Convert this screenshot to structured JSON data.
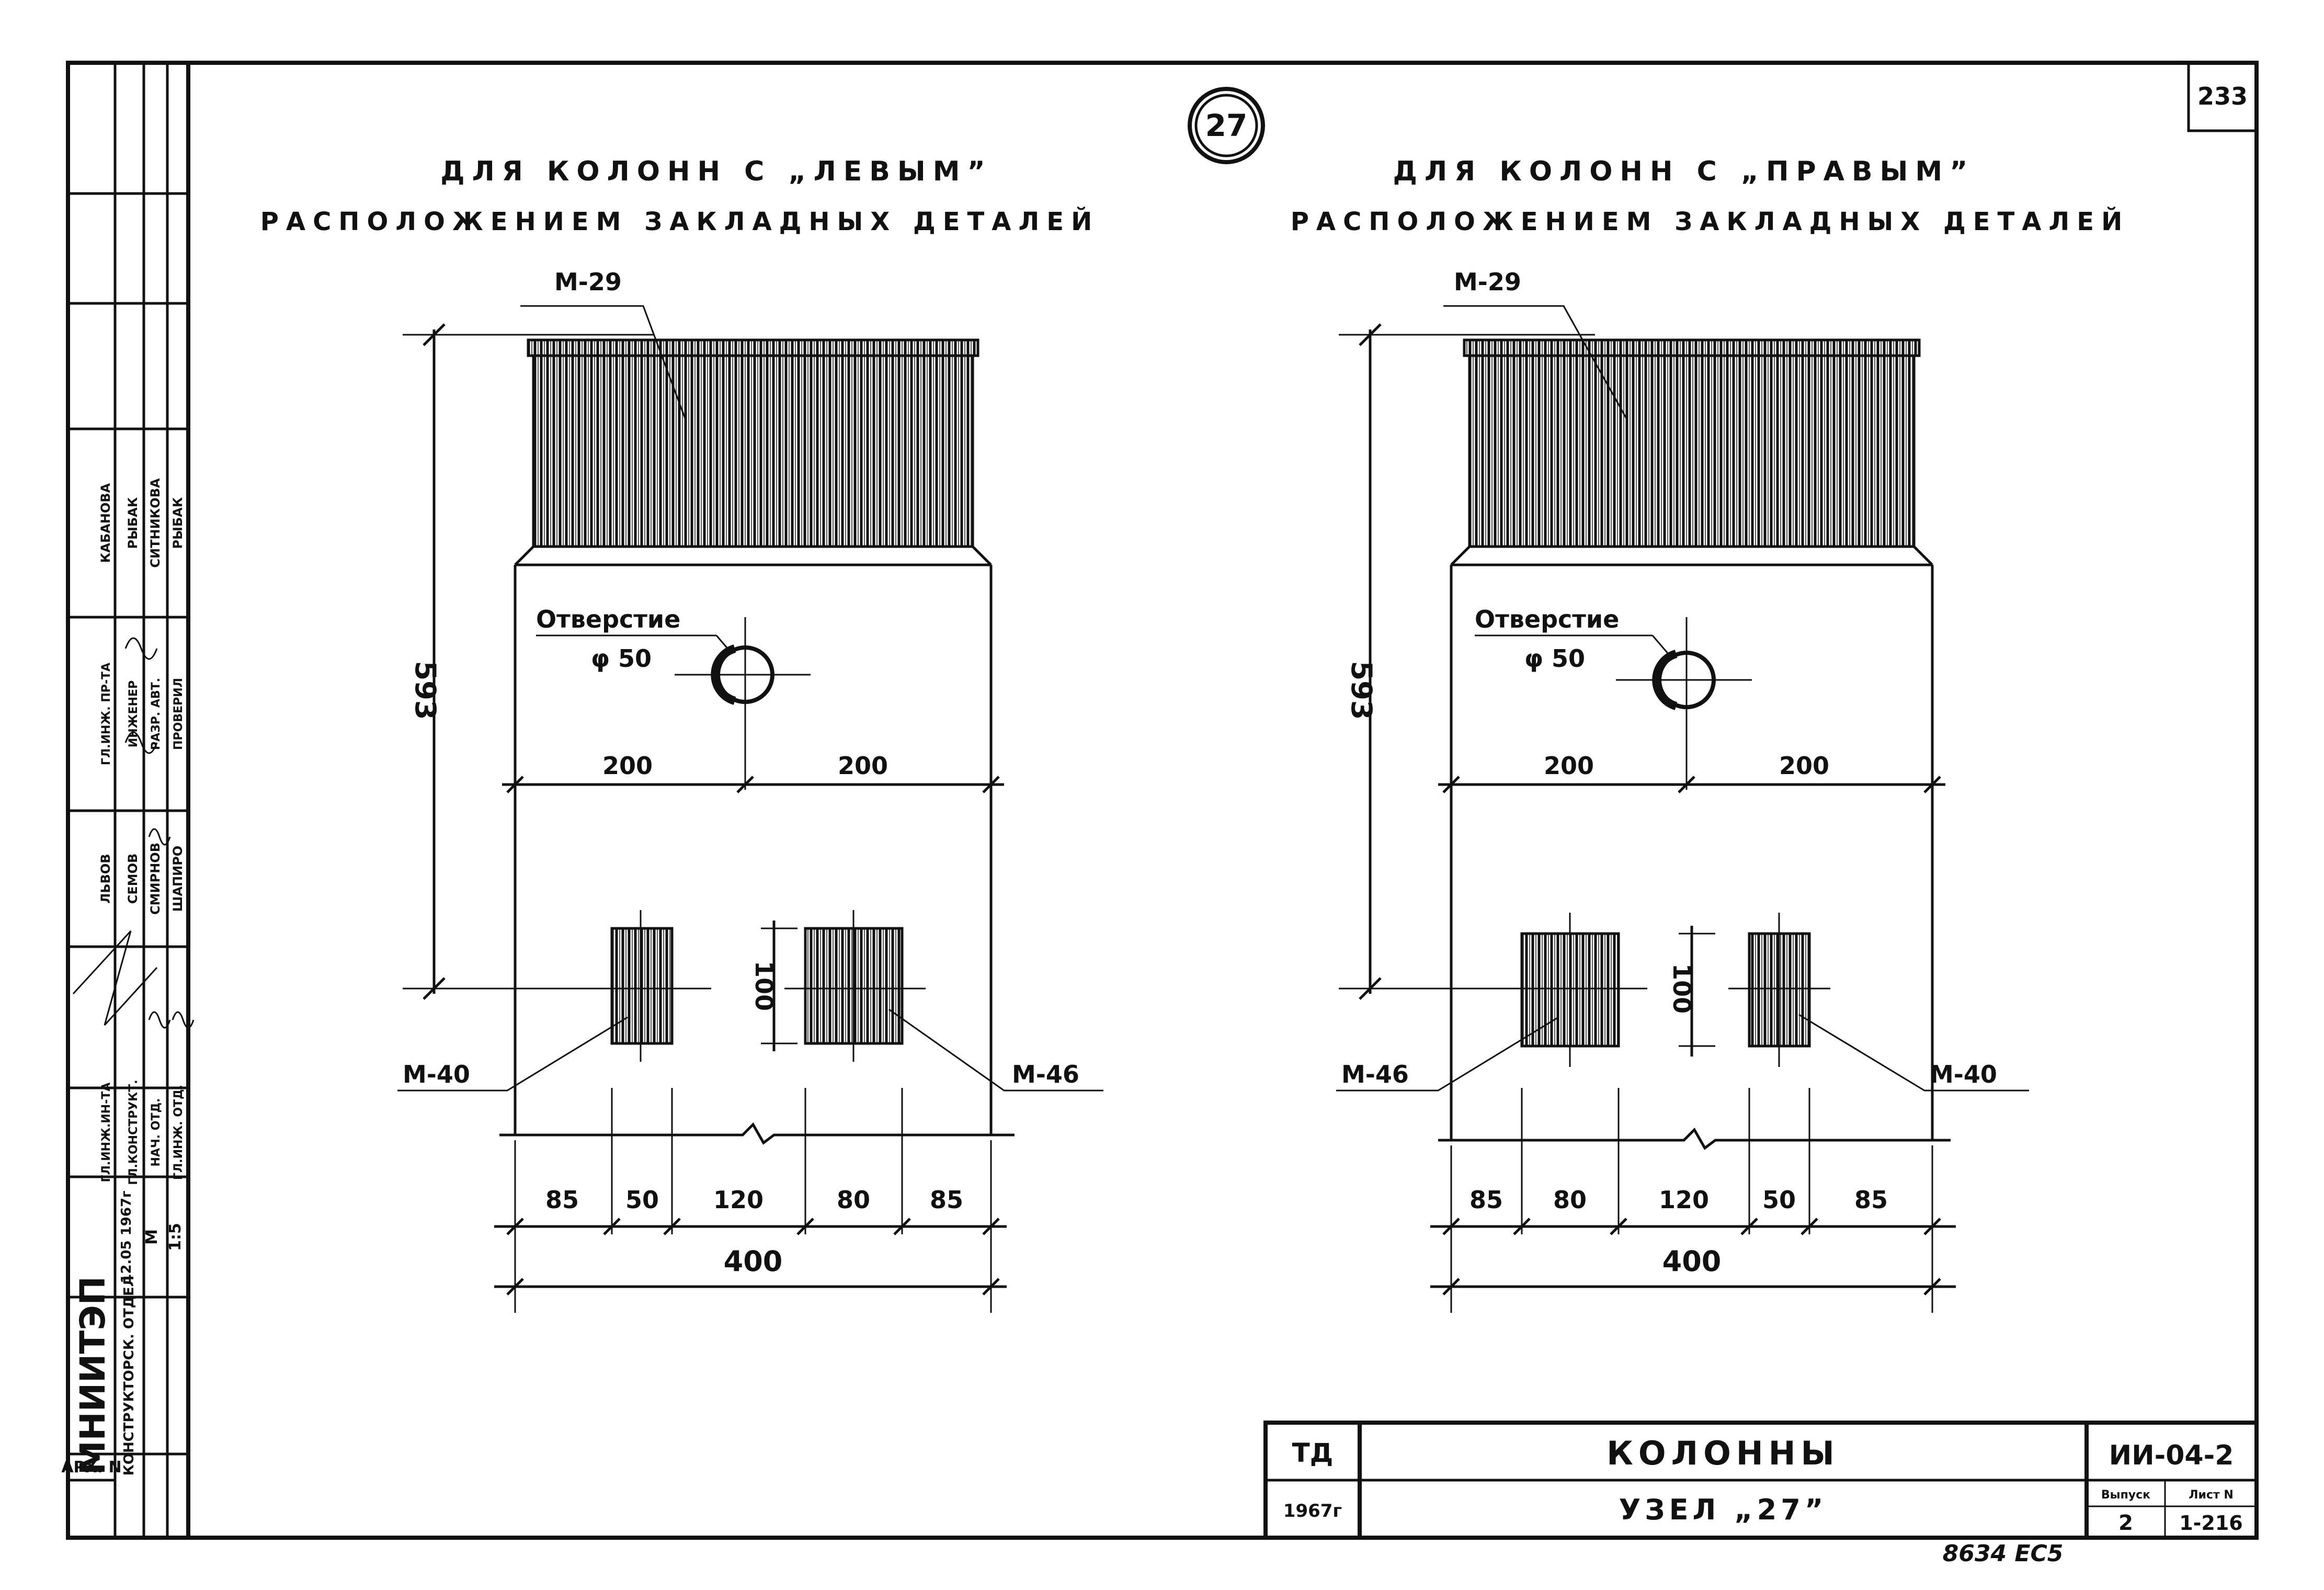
{
  "sheet": {
    "sheet_number": "233",
    "node_number": "27",
    "handwritten_note": "8634 ЕС5"
  },
  "left_view": {
    "title_line1": "ДЛЯ КОЛОНН С „ЛЕВЫМ”",
    "title_line2": "РАСПОЛОЖЕНИЕМ ЗАКЛАДНЫХ ДЕТАЛЕЙ",
    "top_label": "М-29",
    "height_dim": "593",
    "hole_label": "Отверстие",
    "hole_diam": "φ 50",
    "half_dims": [
      "200",
      "200"
    ],
    "plate_height": "100",
    "left_plate": "М-40",
    "right_plate": "М-46",
    "bottom_dims": [
      "85",
      "50",
      "120",
      "80",
      "85"
    ],
    "total_width": "400"
  },
  "right_view": {
    "title_line1": "ДЛЯ КОЛОНН С „ПРАВЫМ”",
    "title_line2": "РАСПОЛОЖЕНИЕМ ЗАКЛАДНЫХ ДЕТАЛЕЙ",
    "top_label": "М-29",
    "height_dim": "593",
    "hole_label": "Отверстие",
    "hole_diam": "φ 50",
    "half_dims": [
      "200",
      "200"
    ],
    "plate_height": "100",
    "left_plate": "М-46",
    "right_plate": "М-40",
    "bottom_dims": [
      "85",
      "80",
      "120",
      "50",
      "85"
    ],
    "total_width": "400"
  },
  "title_block": {
    "org": "ТД",
    "year": "1967г",
    "name": "КОЛОННЫ",
    "subtitle": "УЗЕЛ „27”",
    "series": "ИИ-04-2",
    "issue_label": "Выпуск",
    "issue": "2",
    "sheet_label": "Лист N",
    "sheet": "1-216"
  },
  "side_stamp": {
    "institute": "МНИИТЭП",
    "department": "КОНСТРУКТОРСК. ОТДЕЛ",
    "date": "12.05 1967г",
    "scale_label": "М",
    "scale": "1:5",
    "archive": "АРХ. N",
    "roles": [
      "ГЛ.ИНЖ.ИН-ТА",
      "ГЛ.КОНСТРУКТ.",
      "НАЧ. ОТД.",
      "ГЛ.ИНЖ. ОТД.",
      "ГЛ.ИНЖ. ПР-ТА",
      "ИНЖЕНЕР",
      "РАЗР. АВТ.",
      "ПРОВЕРИЛ"
    ],
    "names": [
      "ЛЬВОВ",
      "СЕМОВ",
      "СМИРНОВ",
      "ШАПИРО",
      "КАБАНОВА",
      "РЫБАК",
      "СИТНИКОВА",
      "РЫБАК"
    ]
  }
}
